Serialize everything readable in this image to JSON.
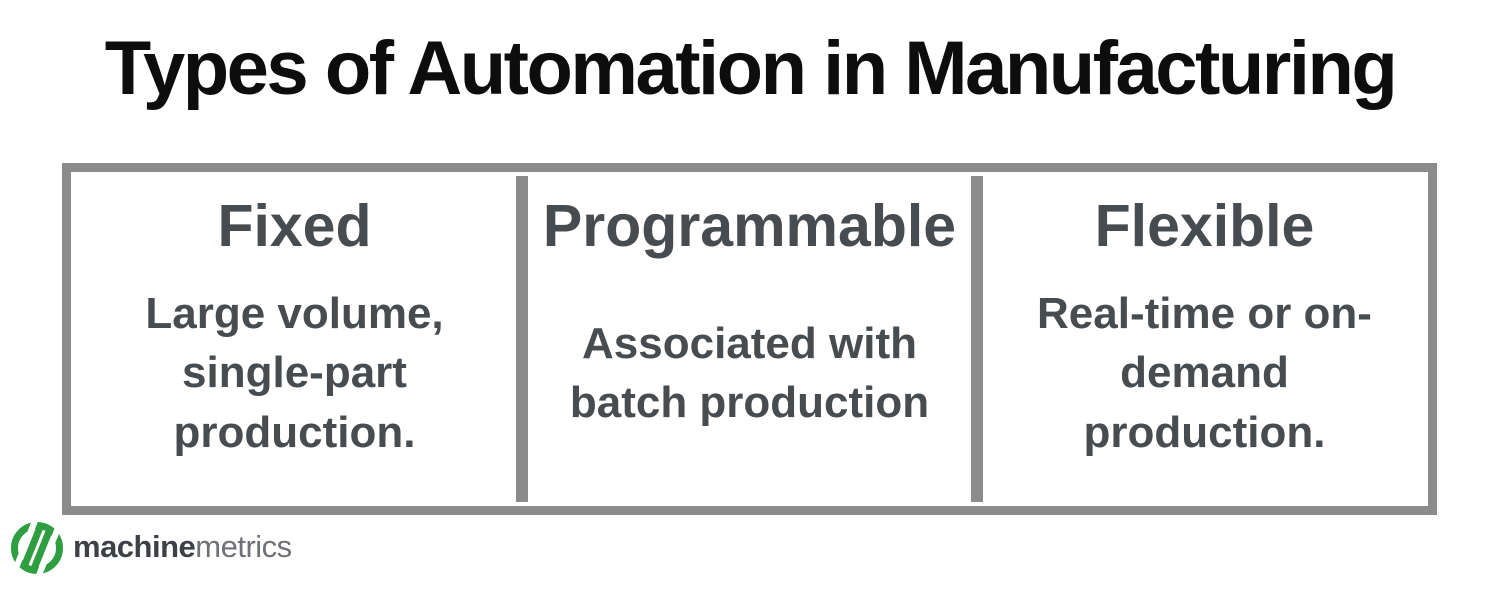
{
  "page": {
    "title": "Types of Automation in Manufacturing"
  },
  "cards": [
    {
      "id": "fixed",
      "heading": "Fixed",
      "body": "Large volume,\nsingle-part\nproduction."
    },
    {
      "id": "programmable",
      "heading": "Programmable",
      "body": "Associated with\nbatch production"
    },
    {
      "id": "flexible",
      "heading": "Flexible",
      "body": "Real-time or on-\ndemand\nproduction."
    }
  ],
  "footer": {
    "logo_icon": "machinemetrics-circle-slashes-icon",
    "brand_bold": "machine",
    "brand_light": "metrics"
  },
  "colors": {
    "title_text": "#0d0d0d",
    "card_text": "#474c51",
    "frame_gray": "#8b8b8b",
    "logo_green": "#2f9e41",
    "brand_bold_gray": "#3d4145",
    "brand_light_gray": "#6e7276",
    "background": "#ffffff"
  }
}
